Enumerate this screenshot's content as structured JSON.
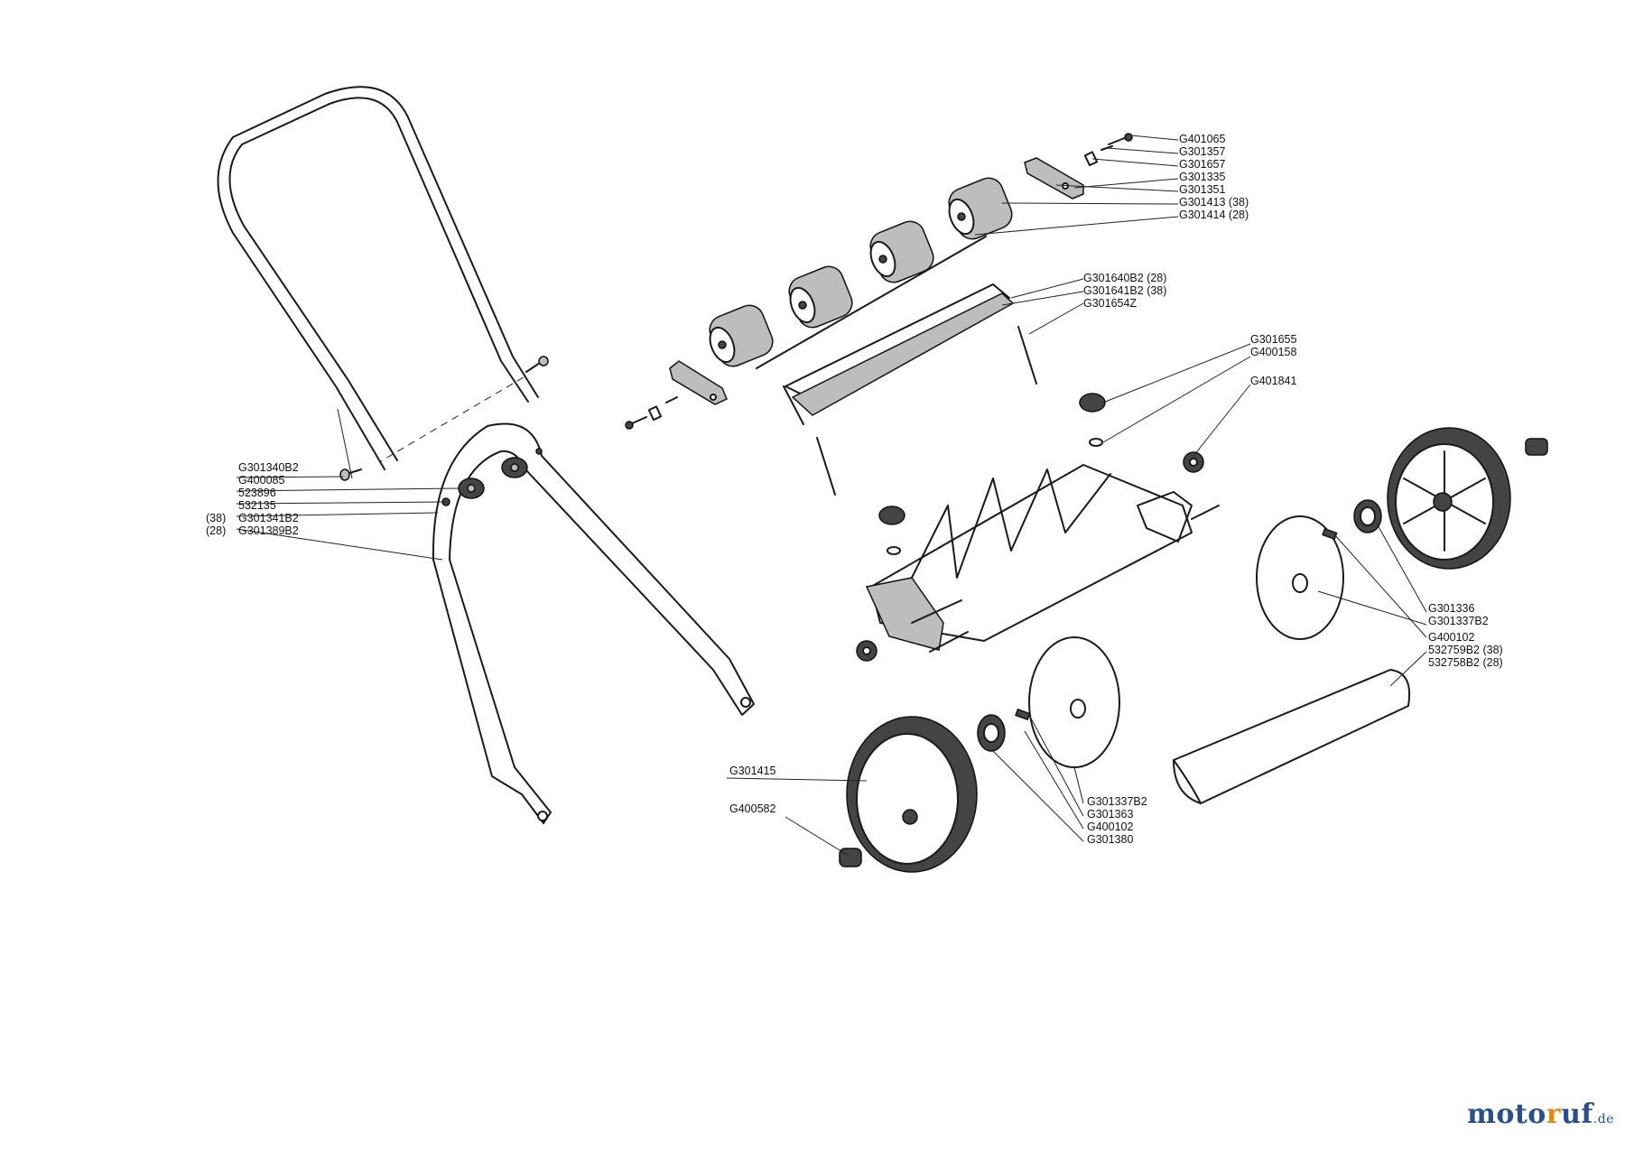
{
  "brand": {
    "logo_a": "moto",
    "logo_b": "r",
    "logo_c": "uf",
    "tld": ".de",
    "colors": {
      "blue": "#2a4f8f",
      "orange": "#e08a1e"
    }
  },
  "labels": [
    "G401065",
    "G301357",
    "G301657",
    "G301335",
    "G301351",
    "G301413 (38)",
    "G301414 (28)",
    "G301640B2 (28)",
    "G301641B2 (38)",
    "G301654Z",
    "G301655",
    "G400158",
    "G401841",
    "G301340B2",
    "G400085",
    "523896",
    "532135",
    "(38)",
    "G301341B2",
    "(28)",
    "G301389B2",
    "G301336",
    "G301337B2",
    "G400102",
    "532759B2 (38)",
    "532758B2 (28)",
    "G301415",
    "G400582",
    "G301337B2",
    "G301363",
    "G400102",
    "G301380"
  ]
}
